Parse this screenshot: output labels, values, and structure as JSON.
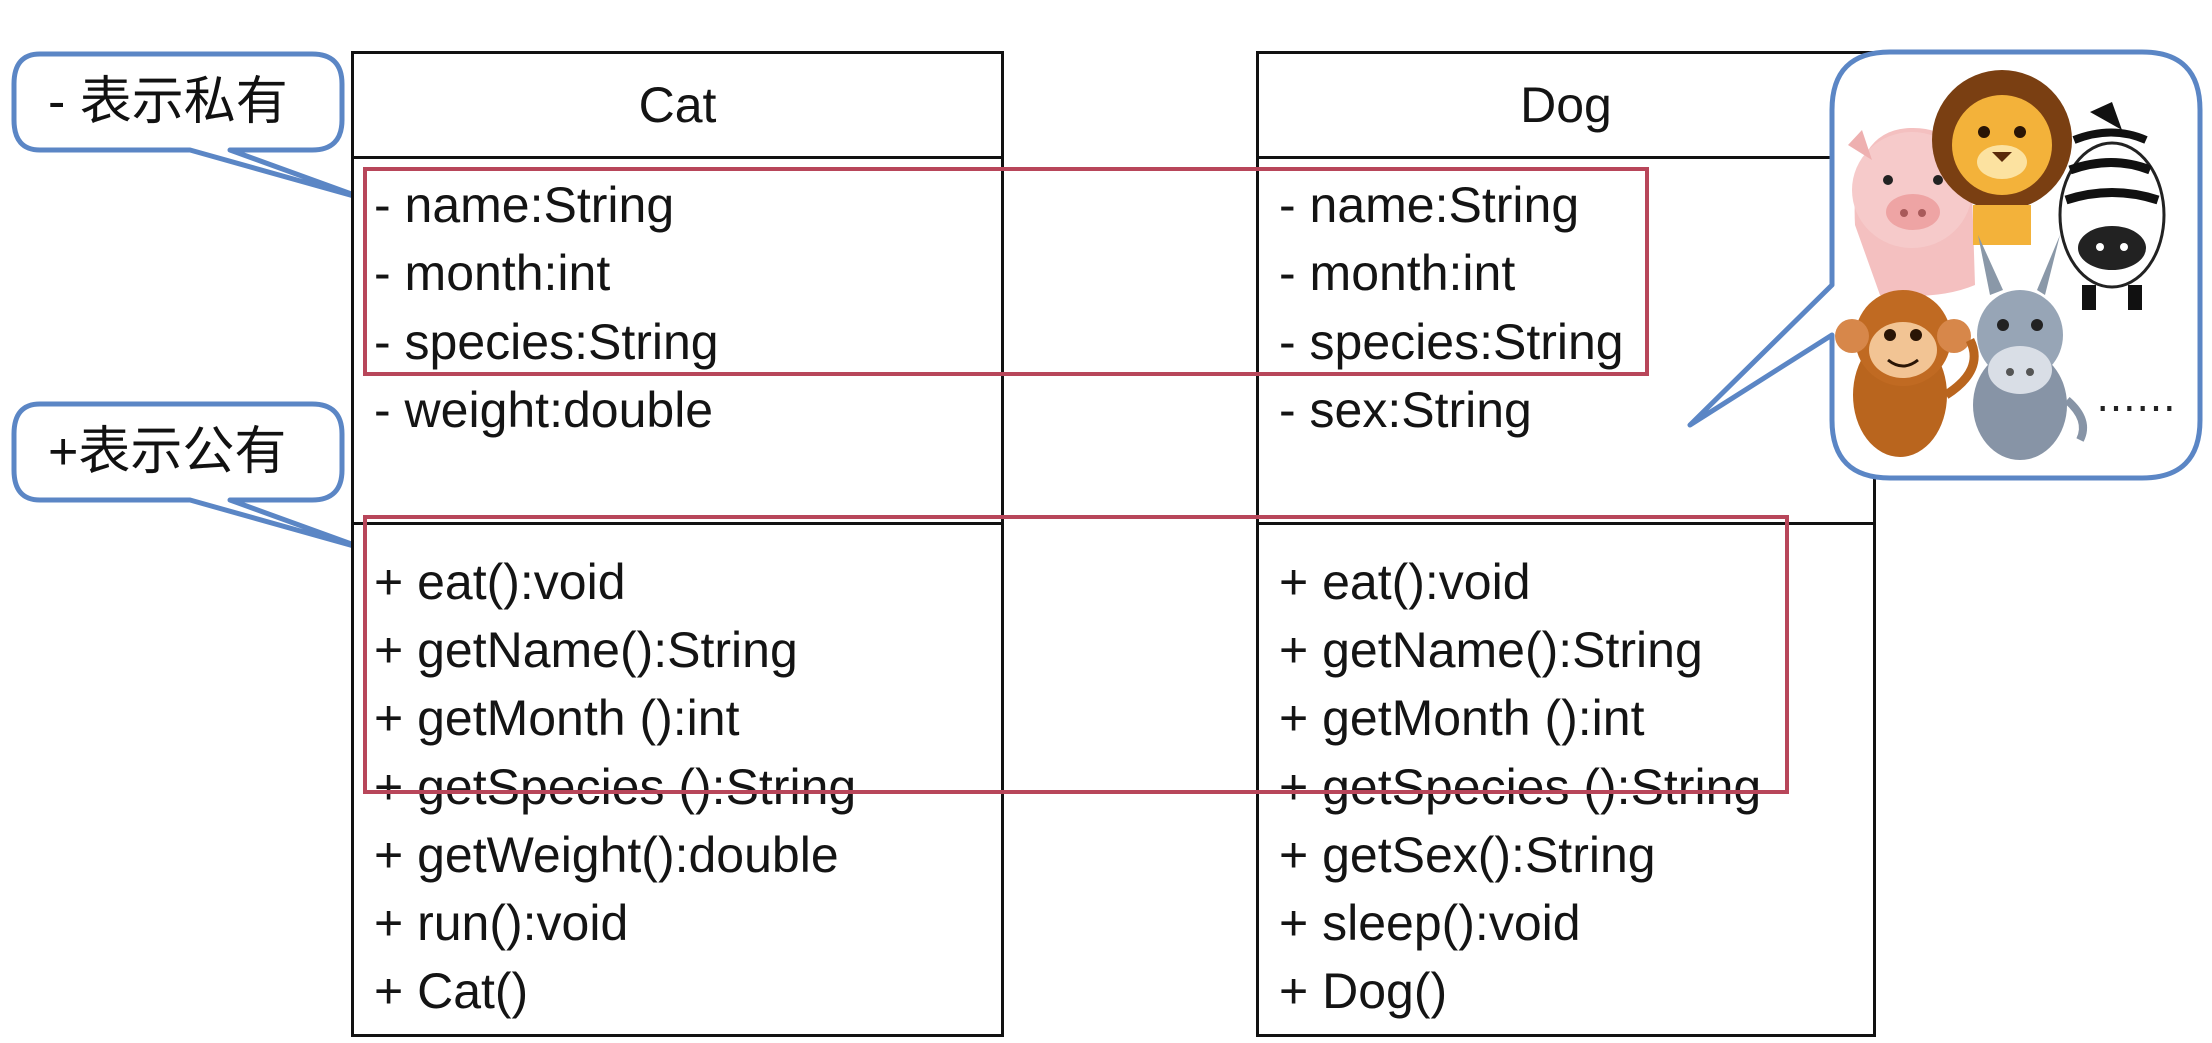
{
  "callouts": {
    "private": "- 表示私有",
    "public": "+表示公有"
  },
  "cat": {
    "title": "Cat",
    "attributes": [
      "- name:String",
      "- month:int",
      "- species:String",
      "- weight:double"
    ],
    "methods": [
      "+ eat():void",
      "+ getName():String",
      "+ getMonth ():int",
      "+ getSpecies ():String",
      "+ getWeight():double",
      "+ run():void",
      "+ Cat()"
    ]
  },
  "dog": {
    "title": "Dog",
    "attributes": [
      "- name:String",
      "- month:int",
      "- species:String",
      "- sex:String"
    ],
    "methods": [
      "+ eat():void",
      "+ getName():String",
      "+ getMonth ():int",
      "+ getSpecies ():String",
      "+ getSex():String",
      "+ sleep():void",
      "+ Dog()"
    ]
  },
  "bubble": {
    "ellipsis": "……"
  },
  "colors": {
    "callout_border": "#5b86c5",
    "highlight_border": "#b8465a",
    "box_border": "#111111"
  }
}
